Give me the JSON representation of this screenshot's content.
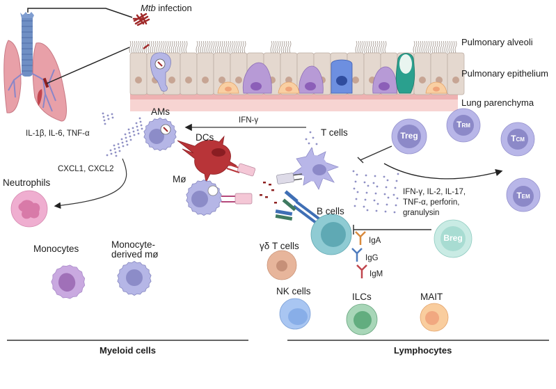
{
  "figure": {
    "infection": {
      "prefix": "Mtb",
      "suffix": " infection"
    },
    "layers": {
      "alveoli": "Pulmonary alveoli",
      "epithelium": "Pulmonary epithelium",
      "parenchyma": "Lung parenchyma"
    },
    "myeloid": {
      "ams": "AMs",
      "dcs": "DCs",
      "macrophage": "Mø",
      "neutrophils": "Neutrophils",
      "monocytes": "Monocytes",
      "monocyte_derived_line1": "Monocyte-",
      "monocyte_derived_line2": "derived mø",
      "cytokines_ams": "IL-1β, IL-6, TNF-α",
      "chemokines": "CXCL1, CXCL2",
      "section_label": "Myeloid cells"
    },
    "lymphoid": {
      "t_cells": "T cells",
      "ifn_signal": "IFN-γ",
      "treg": "Treg",
      "trm": {
        "main": "T",
        "sub": "RM"
      },
      "tcm": {
        "main": "T",
        "sub": "CM"
      },
      "tem": {
        "main": "T",
        "sub": "EM"
      },
      "t_cytokines_line1": "IFN-γ, IL-2, IL-17,",
      "t_cytokines_line2": "TNF-α, perforin,",
      "t_cytokines_line3": "granulysin",
      "b_cells": "B cells",
      "breg": "Breg",
      "iga": "IgA",
      "igg": "IgG",
      "igm": "IgM",
      "gd_t_cells": "γδ T cells",
      "nk_cells": "NK cells",
      "ilcs": "ILCs",
      "mait": "MAIT",
      "section_label": "Lymphocytes"
    },
    "colors": {
      "lung": "#e8a0a8",
      "trachea": "#6f8fc4",
      "mtb": "#a02a2a",
      "epithelial": "#e4d8cf",
      "parenchyma": "#f7d4d2",
      "macrophage": "#b5b6e6",
      "dc": "#b83438",
      "t_cell": "#b8b6e8",
      "b_cell": "#8fcbd3",
      "breg": "#b8e2da",
      "neutrophil": "#efaed0",
      "monocyte": "#c9a9e0",
      "gd_t": "#e7b59b",
      "nk": "#a9c6f2",
      "ilc": "#8cc7a0",
      "mait": "#f9cd9e",
      "iga": "#d88a3e",
      "igg": "#4e7bbd",
      "igm": "#c0464e"
    }
  }
}
